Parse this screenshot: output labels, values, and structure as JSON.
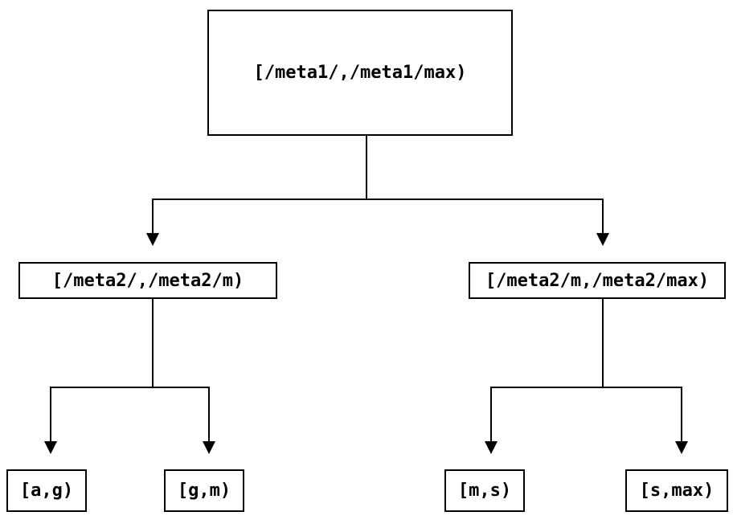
{
  "diagram": {
    "type": "tree",
    "background_color": "#ffffff",
    "line_color": "#000000",
    "nodes": [
      {
        "id": "root",
        "level": 0,
        "label": "[/meta1/,/meta1/max)"
      },
      {
        "id": "left",
        "level": 1,
        "label": "[/meta2/,/meta2/m)"
      },
      {
        "id": "right",
        "level": 1,
        "label": "[/meta2/m,/meta2/max)"
      },
      {
        "id": "leaf-ag",
        "level": 2,
        "label": "[a,g)"
      },
      {
        "id": "leaf-gm",
        "level": 2,
        "label": "[g,m)"
      },
      {
        "id": "leaf-ms",
        "level": 2,
        "label": "[m,s)"
      },
      {
        "id": "leaf-smax",
        "level": 2,
        "label": "[s,max)"
      }
    ],
    "edges": [
      {
        "from": "root",
        "to": "left"
      },
      {
        "from": "root",
        "to": "right"
      },
      {
        "from": "left",
        "to": "leaf-ag"
      },
      {
        "from": "left",
        "to": "leaf-gm"
      },
      {
        "from": "right",
        "to": "leaf-ms"
      },
      {
        "from": "right",
        "to": "leaf-smax"
      }
    ]
  }
}
